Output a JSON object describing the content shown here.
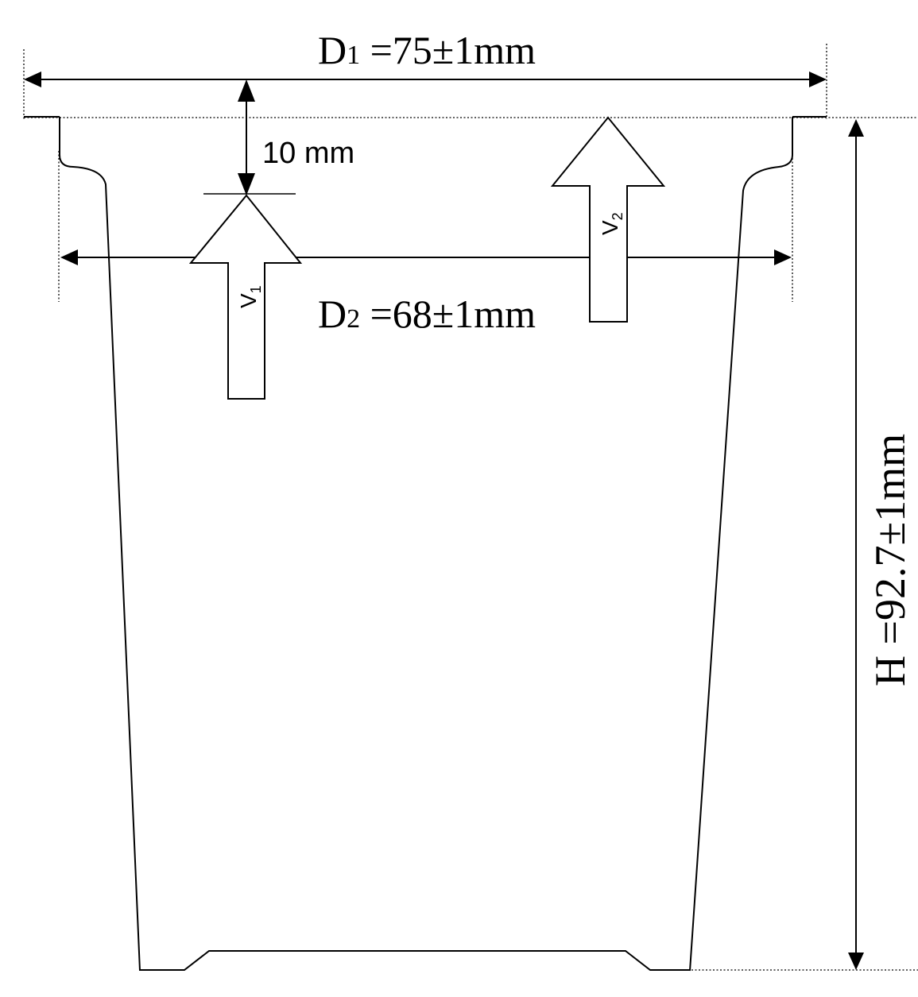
{
  "labels": {
    "d1": {
      "main": "D",
      "sub": "1",
      "value": " =75±1mm"
    },
    "d2": {
      "main": "D",
      "sub": "2",
      "value": " =68±1mm"
    },
    "h": "H =92.7±1mm",
    "offset": "10 mm",
    "v1": {
      "main": "V",
      "sub": "1"
    },
    "v2": {
      "main": "V",
      "sub": "2"
    }
  }
}
